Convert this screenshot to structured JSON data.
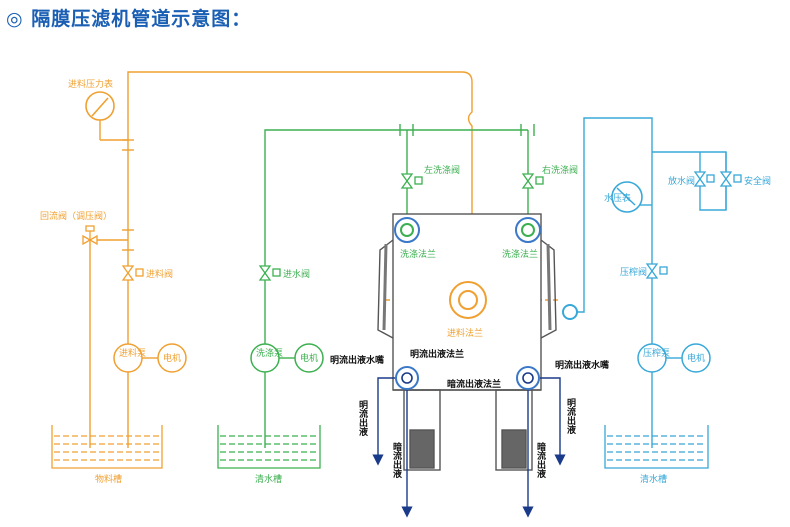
{
  "title": "◎ 隔膜压滤机管道示意图：",
  "colors": {
    "feed": "#f0a030",
    "wash": "#3cb050",
    "press": "#38a8d8",
    "machine": "#555555",
    "flange": "#3b78c8",
    "title": "#1a5fb4",
    "outlet": "#1a3a8a"
  },
  "feed_system": {
    "gauge": "进料压力表",
    "return_valve": "回流阀（调压阀）",
    "feed_valve": "进料阀",
    "pump": "进料泵",
    "motor": "电机",
    "tank": "物料槽"
  },
  "wash_system": {
    "inlet_valve": "进水阀",
    "pump": "洗涤泵",
    "motor": "电机",
    "tank": "清水槽"
  },
  "machine": {
    "left_wash_valve": "左洗涤阀",
    "right_wash_valve": "右洗涤阀",
    "left_wash_flange": "洗涤法兰",
    "right_wash_flange": "洗涤法兰",
    "feed_flange": "进料法兰",
    "open_outlet_flange": "明流出液法兰",
    "hidden_outlet_flange": "暗流出液法兰",
    "left_nozzle": "明流出液水嘴",
    "right_nozzle": "明流出液水嘴",
    "open_out_left": "明流出液",
    "open_out_right": "明流出液",
    "hidden_out_left": "暗流出液",
    "hidden_out_right": "暗流出液"
  },
  "press_system": {
    "gauge": "水压表",
    "drain_valve": "放水阀",
    "safety_valve": "安全阀",
    "press_valve": "压榨阀",
    "pump": "压榨泵",
    "motor": "电机",
    "tank": "清水槽"
  }
}
